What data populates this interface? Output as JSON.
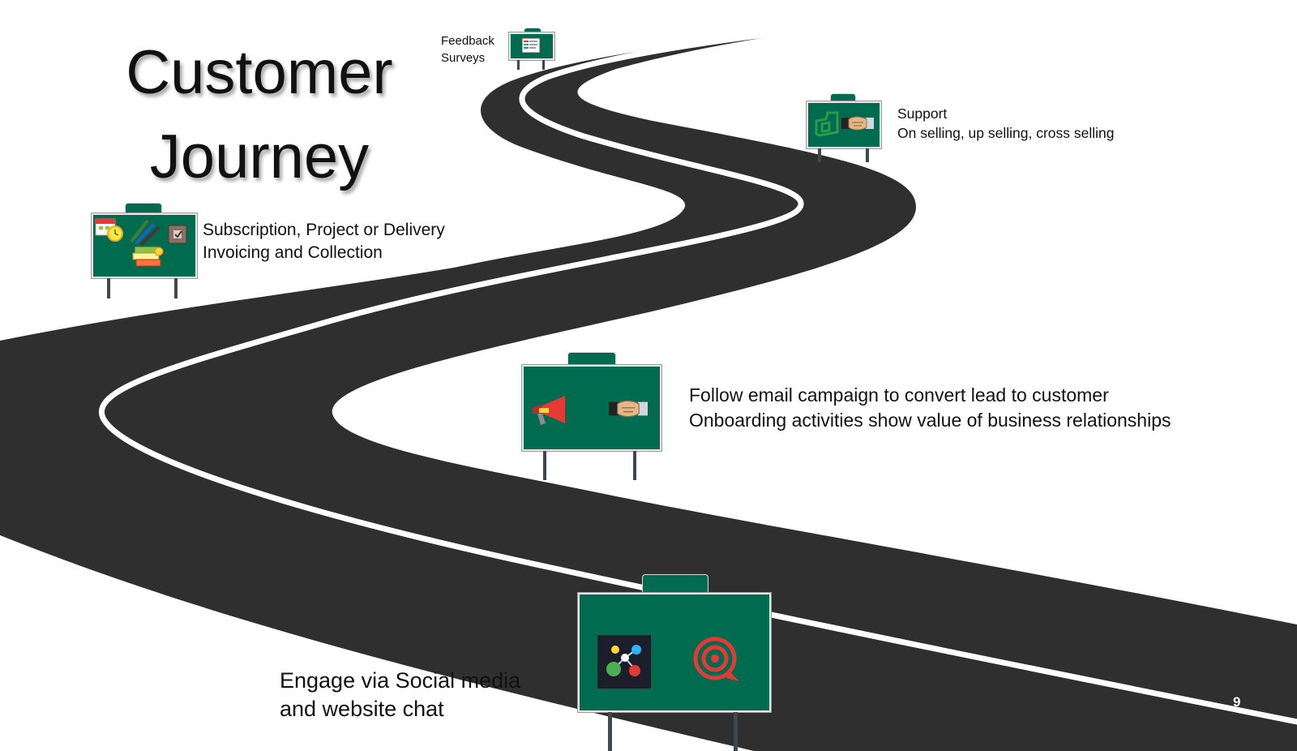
{
  "title": {
    "line1": "Customer",
    "line2": "Journey"
  },
  "stages": {
    "feedback": {
      "line1": "Feedback",
      "line2": "Surveys",
      "icon": "survey-form-icon"
    },
    "support": {
      "line1": "Support",
      "line2": "On selling, up selling, cross selling",
      "icons": [
        "helpdesk-logo-icon",
        "handshake-icon"
      ]
    },
    "invoicing": {
      "line1": "Subscription, Project or Delivery",
      "line2": "Invoicing and Collection",
      "icons": [
        "calendar-clock-icon",
        "pencils-icon",
        "checkbox-stamp-icon",
        "books-icon"
      ]
    },
    "onboarding": {
      "line1": "Follow email campaign to convert lead to customer",
      "line2": "Onboarding activities show value of business relationships",
      "icons": [
        "megaphone-icon",
        "handshake-icon"
      ]
    },
    "engage": {
      "line1": "Engage via Social media",
      "line2": "and website chat",
      "icons": [
        "social-network-icon",
        "live-chat-icon"
      ]
    }
  },
  "page_number": "9",
  "colors": {
    "sign": "#006b4f",
    "road": "#2f2f2f",
    "lane": "#ffffff"
  }
}
